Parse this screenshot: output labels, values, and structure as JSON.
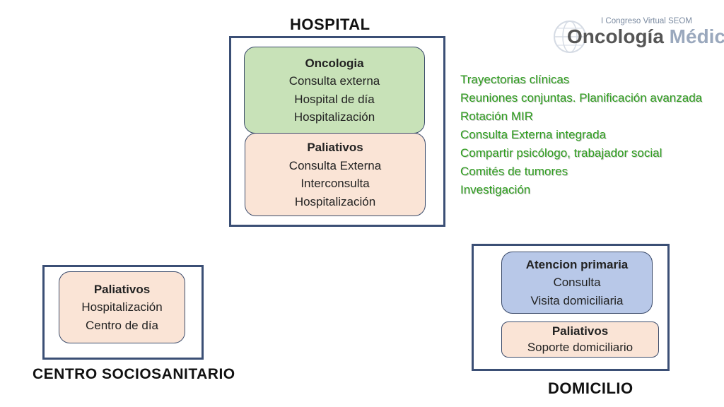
{
  "hospital": {
    "title": "HOSPITAL",
    "oncologia": {
      "title": "Oncologia",
      "items": [
        "Consulta externa",
        "Hospital de día",
        "Hospitalización"
      ]
    },
    "paliativos": {
      "title": "Paliativos",
      "items": [
        "Consulta Externa",
        "Interconsulta",
        "Hospitalización"
      ]
    }
  },
  "coordination": {
    "items": [
      "Trayectorias clínicas",
      "Reuniones conjuntas. Planificación avanzada",
      "Rotación MIR",
      "Consulta Externa integrada",
      "Compartir psicólogo, trabajador social",
      "Comités de tumores",
      "Investigación"
    ]
  },
  "sociosanitario": {
    "title": "CENTRO SOCIOSANITARIO",
    "paliativos": {
      "title": "Paliativos",
      "items": [
        "Hospitalización",
        "Centro de día"
      ]
    }
  },
  "domicilio": {
    "title": "DOMICILIO",
    "atencion": {
      "title": "Atencion primaria",
      "items": [
        "Consulta",
        "Visita domiciliaria"
      ]
    },
    "paliativos": {
      "title": "Paliativos",
      "items": [
        "Soporte domiciliario"
      ]
    }
  },
  "logo": {
    "small": "I Congreso Virtual SEOM",
    "part1": "Oncología",
    "part2": " Médica"
  },
  "colors": {
    "frame": "#3b4f75",
    "green_card": "#c8e2b8",
    "peach_card": "#fae4d6",
    "blue_card": "#b8c8e8",
    "green_text": "#2e9e1e"
  }
}
